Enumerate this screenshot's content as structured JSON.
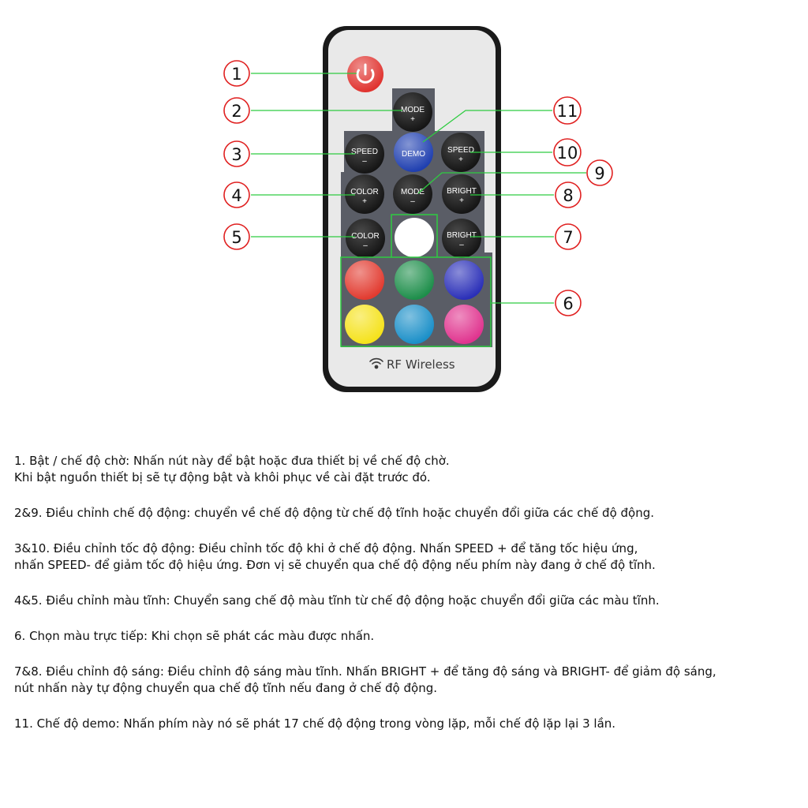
{
  "remote": {
    "buttons": {
      "mode_plus": [
        "MODE",
        "+"
      ],
      "speed_minus": [
        "SPEED",
        "–"
      ],
      "demo": [
        "DEMO"
      ],
      "speed_plus": [
        "SPEED",
        "+"
      ],
      "color_plus": [
        "COLOR",
        "+"
      ],
      "mode_minus": [
        "MODE",
        "–"
      ],
      "bright_plus": [
        "BRIGHT",
        "+"
      ],
      "color_minus": [
        "COLOR",
        "–"
      ],
      "bright_minus": [
        "BRIGHT",
        "–"
      ]
    },
    "brand_label": "RF Wireless",
    "colors": {
      "body": "#e9e9e9",
      "panel": "#5a5d66",
      "power": "#e0322e",
      "demo": "#1f3fb0",
      "callout_ring": "#e02020",
      "leader_line": "#2ecc40",
      "swatches": [
        "#ffffff",
        "#e23a2f",
        "#1d8e4a",
        "#2a2fb8",
        "#f5e21a",
        "#1a8fc8",
        "#e0338e"
      ]
    }
  },
  "callouts": [
    "1",
    "2",
    "3",
    "4",
    "5",
    "6",
    "7",
    "8",
    "9",
    "10",
    "11"
  ],
  "notes": [
    [
      "1. Bật / chế độ chờ: Nhấn nút này để bật hoặc đưa thiết bị về chế độ chờ.",
      "Khi bật nguồn thiết bị sẽ tự động bật và khôi phục về cài đặt trước đó."
    ],
    [
      "2&9. Điều chỉnh chế độ động: chuyển về chế độ động từ chế độ tĩnh hoặc chuyển đổi giữa các chế độ động."
    ],
    [
      "3&10. Điều chỉnh tốc độ động: Điều chỉnh tốc độ khi ở chế độ động. Nhấn SPEED + để tăng tốc hiệu ứng,",
      "nhấn SPEED- để giảm tốc độ hiệu ứng. Đơn vị sẽ chuyển qua chế độ động nếu phím này đang ở chế độ tĩnh."
    ],
    [
      "4&5. Điều chỉnh màu tĩnh: Chuyển sang chế độ màu tĩnh từ chế độ động hoặc chuyển đổi giữa các màu tĩnh."
    ],
    [
      "6. Chọn màu trực tiếp: Khi chọn sẽ phát các màu được nhấn."
    ],
    [
      "7&8. Điều chỉnh độ sáng: Điều chỉnh độ sáng màu tĩnh. Nhấn BRIGHT + để tăng độ sáng và BRIGHT- để giảm độ sáng,",
      "nút nhấn này tự động chuyển qua chế độ tĩnh nếu đang ở chế độ động."
    ],
    [
      "11. Chế độ demo: Nhấn phím này nó sẽ phát 17 chế độ động trong vòng lặp, mỗi chế độ lặp lại 3 lần."
    ]
  ]
}
